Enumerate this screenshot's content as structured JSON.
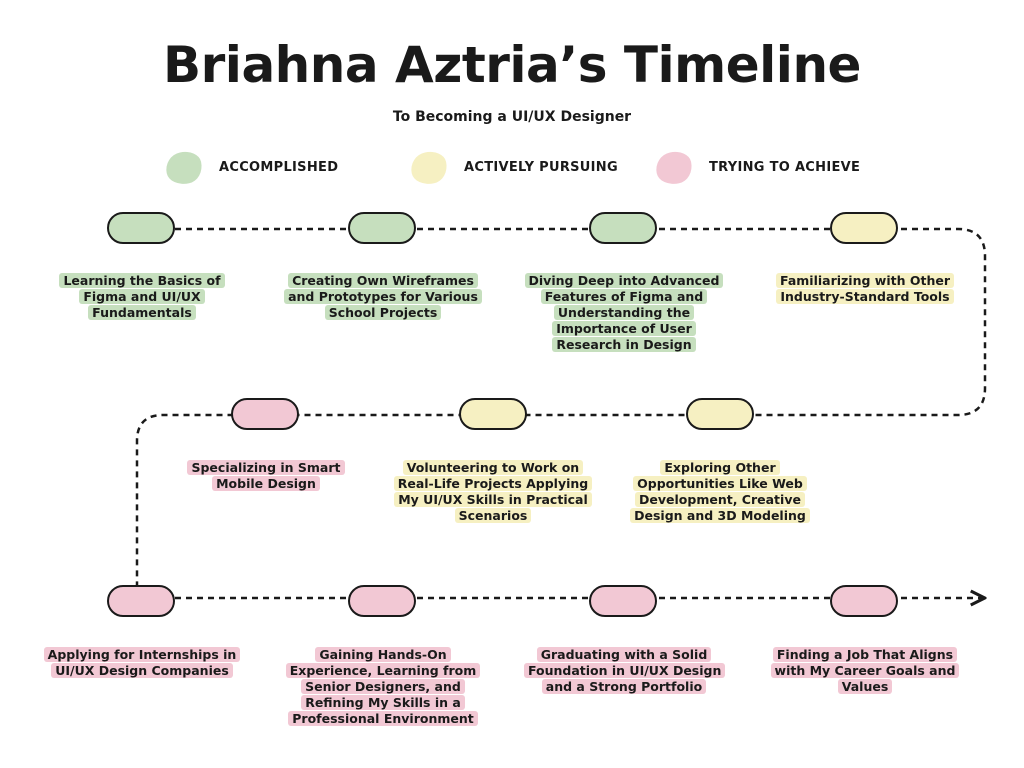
{
  "title": "Briahna Aztria’s Timeline",
  "subtitle": "To Becoming a UI/UX Designer",
  "colors": {
    "accomplished": "#c6dfbe",
    "pursuing": "#f6f0c2",
    "trying": "#f2c8d4"
  },
  "legend": [
    {
      "label": "ACCOMPLISHED",
      "status": "accomplished"
    },
    {
      "label": "ACTIVELY PURSUING",
      "status": "pursuing"
    },
    {
      "label": "TRYING TO ACHIEVE",
      "status": "trying"
    }
  ],
  "milestones": [
    {
      "text": "Learning the Basics of Figma and UI/UX Fundamentals",
      "status": "accomplished"
    },
    {
      "text": "Creating Own Wireframes and Prototypes for Various School Projects",
      "status": "accomplished"
    },
    {
      "text": "Diving Deep into Advanced Features of Figma and Understanding the Importance of User Research in Design",
      "status": "accomplished"
    },
    {
      "text": "Familiarizing with Other Industry-Standard Tools",
      "status": "pursuing"
    },
    {
      "text": "Specializing in Smart Mobile Design",
      "status": "trying"
    },
    {
      "text": "Volunteering to Work on Real-Life Projects Applying My UI/UX Skills in Practical Scenarios",
      "status": "pursuing"
    },
    {
      "text": "Exploring Other Opportunities Like Web Development, Creative Design and 3D Modeling",
      "status": "pursuing"
    },
    {
      "text": "Applying for Internships in UI/UX Design Companies",
      "status": "trying"
    },
    {
      "text": "Gaining Hands-On Experience, Learning from Senior Designers, and Refining My Skills in a Professional Environment",
      "status": "trying"
    },
    {
      "text": "Graduating with a Solid Foundation in UI/UX Design and a Strong Portfolio",
      "status": "trying"
    },
    {
      "text": "Finding a Job That Aligns with My Career Goals and Values",
      "status": "trying"
    }
  ]
}
